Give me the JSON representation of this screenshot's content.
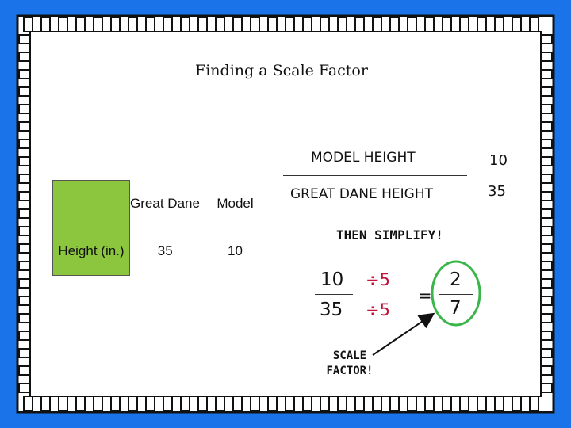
{
  "title": "Finding a Scale Factor",
  "table": {
    "header": [
      "",
      "Great Dane",
      "Model"
    ],
    "row_label": "Height (in.)",
    "values": [
      "35",
      "10"
    ]
  },
  "ratio": {
    "numerator_label": "MODEL HEIGHT",
    "denominator_label": "GREAT DANE HEIGHT",
    "numerator_value": "10",
    "denominator_value": "35"
  },
  "simplify_label": "THEN SIMPLIFY!",
  "simplify": {
    "num": "10",
    "den": "35",
    "div_top": "÷5",
    "div_bottom": "÷5",
    "equals": "=",
    "result_num": "2",
    "result_den": "7"
  },
  "scale_factor_label": "SCALE FACTOR!",
  "colors": {
    "frame": "#1a73e8",
    "table_fill": "#8cc63f",
    "highlight": "#3ab54a",
    "divisor": "#c0143c"
  }
}
